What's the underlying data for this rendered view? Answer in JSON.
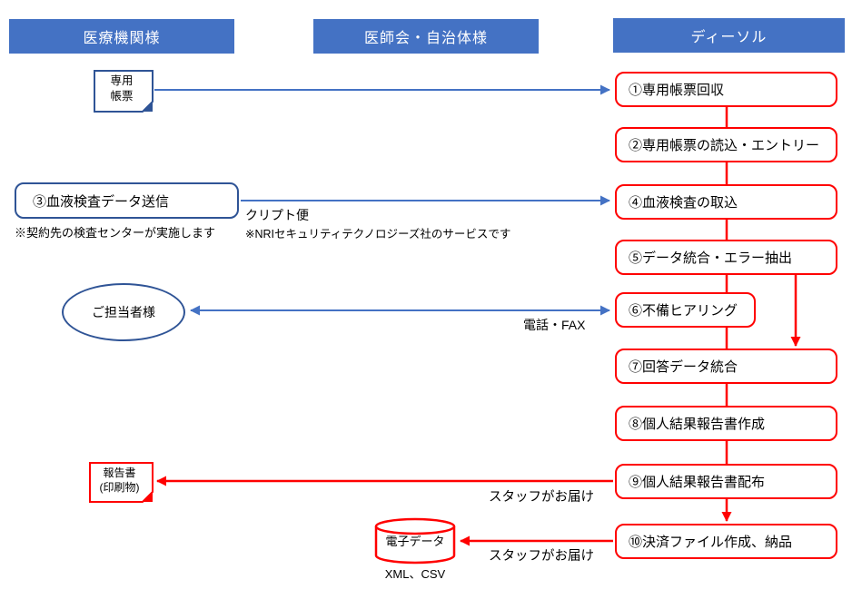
{
  "lanes": [
    {
      "label": "医療機関様"
    },
    {
      "label": "医師会・自治体様"
    },
    {
      "label": "ディーソル"
    }
  ],
  "steps": [
    {
      "label": "①専用帳票回収"
    },
    {
      "label": "②専用帳票の読込・エントリー"
    },
    {
      "label": "④血液検査の取込"
    },
    {
      "label": "⑤データ統合・エラー抽出"
    },
    {
      "label": "⑥不備ヒアリング"
    },
    {
      "label": "⑦回答データ統合"
    },
    {
      "label": "⑧個人結果報告書作成"
    },
    {
      "label": "⑨個人結果報告書配布"
    },
    {
      "label": "⑩決済ファイル作成、納品"
    }
  ],
  "shapes": {
    "form_doc": {
      "line1": "専用",
      "line2": "帳票"
    },
    "blood_test_box": {
      "label": "③血液検査データ送信"
    },
    "contact_ellipse": {
      "label": "ご担当者様"
    },
    "report_doc": {
      "line1": "報告書",
      "line2": "(印刷物)"
    },
    "data_cylinder": {
      "label": "電子データ",
      "format_note": "XML、CSV"
    }
  },
  "annotations": {
    "blood_note": "※契約先の検査センターが実施します",
    "crypto_label": "クリプト便",
    "crypto_note": "※NRIセキュリティテクノロジーズ社のサービスです",
    "phone_fax": "電話・FAX",
    "staff_delivery_report": "スタッフがお届け",
    "staff_delivery_data": "スタッフがお届け"
  },
  "colors": {
    "header_blue": "#4472C4",
    "shape_navy": "#2F5496",
    "flow_red": "#FF0000"
  }
}
